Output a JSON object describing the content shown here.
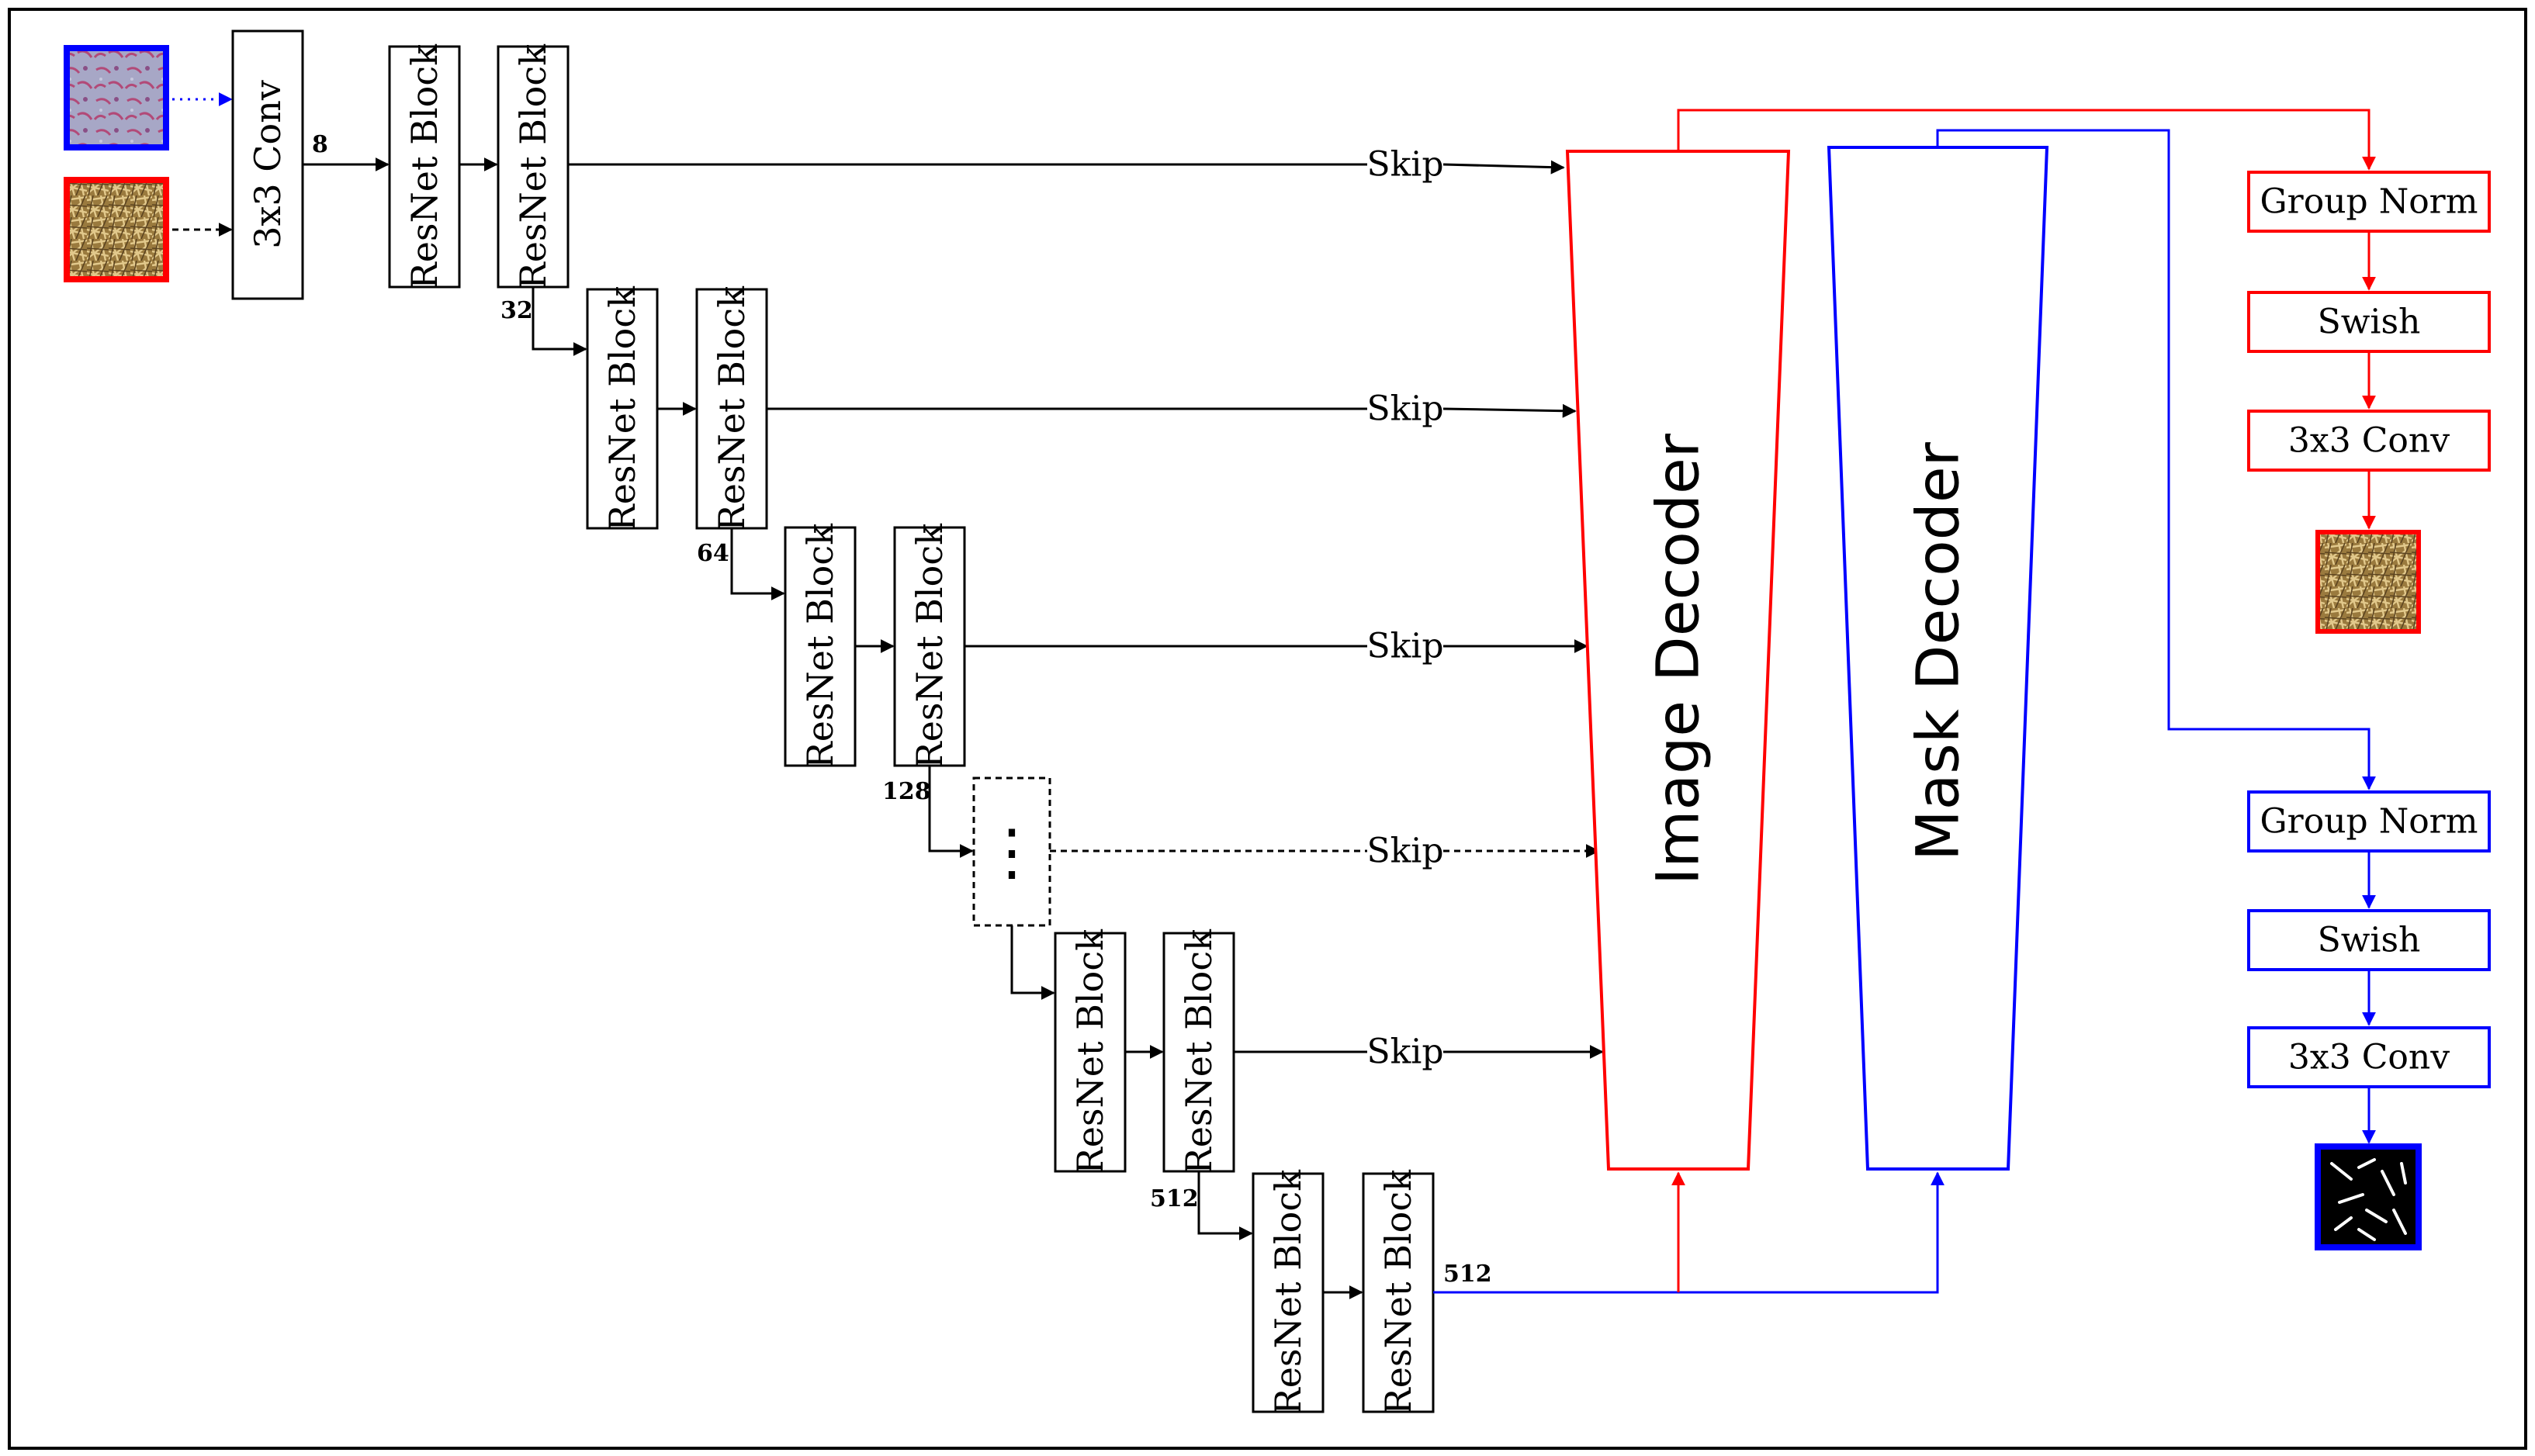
{
  "colors": {
    "image_branch": "#ff0000",
    "mask_branch": "#0000ff",
    "default": "#000000"
  },
  "inputs": {
    "mask_icon": "mask-input-thumbnail",
    "image_icon": "image-input-thumbnail"
  },
  "encoder": {
    "stem_label": "3x3 Conv",
    "block_label": "ResNet Block",
    "ellipsis": "⋮",
    "channels": {
      "c8": "8",
      "c32": "32",
      "c64": "64",
      "c128": "128",
      "c512a": "512",
      "c512b": "512"
    }
  },
  "skip_label": "Skip",
  "decoders": {
    "image": "Image Decoder",
    "mask": "Mask Decoder"
  },
  "heads": {
    "group_norm": "Group Norm",
    "swish": "Swish",
    "conv": "3x3 Conv",
    "image_output_icon": "image-output-thumbnail",
    "mask_output_icon": "mask-output-thumbnail"
  }
}
